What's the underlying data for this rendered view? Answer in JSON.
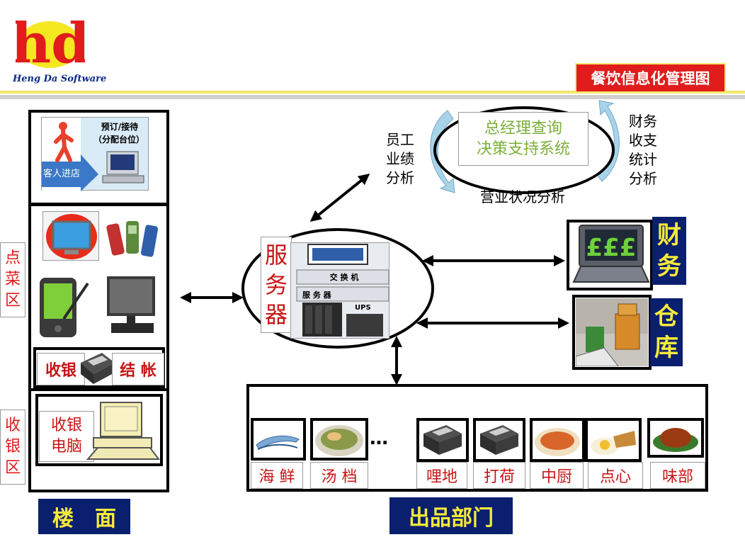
{
  "header": {
    "logo_letters": "hd",
    "logo_subtitle": "Heng Da Software",
    "title": "餐饮信息化管理图"
  },
  "floor": {
    "reception_label": "预订/接待",
    "reception_sub": "（分配台位）",
    "guest_label": "客人进店",
    "ordering_zone": [
      "点",
      "菜",
      "区"
    ],
    "cashier_label": "收银",
    "settle_label": "结 帐",
    "cashier_zone": [
      "收",
      "银",
      "区"
    ],
    "cashier_pc_label": [
      "收银",
      "电脑"
    ],
    "section_label": "楼　面"
  },
  "server": {
    "label": [
      "服",
      "务",
      "器"
    ],
    "switch_label": "交 换 机",
    "server_label": "服 务 器",
    "ups_label": "UPS"
  },
  "decision": {
    "center": [
      "总经理查询",
      "决策支持系统"
    ],
    "left": [
      "员工",
      "业绩",
      "分析"
    ],
    "right": [
      "财务",
      "收支",
      "统计",
      "分析"
    ],
    "bottom": "营业状况分析"
  },
  "finance": {
    "label": [
      "财",
      "务"
    ],
    "screen_symbols": "£££"
  },
  "warehouse": {
    "label": [
      "仓",
      "库"
    ]
  },
  "kitchen": {
    "section_label": "出品部门",
    "ellipsis": "…",
    "stations": [
      "海 鲜",
      "汤 档",
      "哩地",
      "打荷",
      "中厨",
      "点心",
      "味部"
    ]
  },
  "colors": {
    "red": "#e01c1c",
    "navy": "#0a1f6e",
    "yellow": "#f5ea3a",
    "green_text": "#7bb03a"
  }
}
